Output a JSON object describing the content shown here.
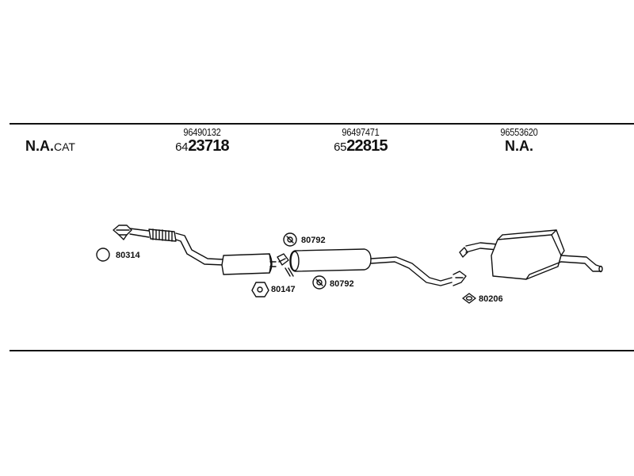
{
  "header": {
    "left": {
      "na": "N.A.",
      "cat": "CAT"
    },
    "parts": [
      {
        "oem": "96490132",
        "prefix": "64",
        "number": "23718"
      },
      {
        "oem": "96497471",
        "prefix": "65",
        "number": "22815"
      },
      {
        "oem": "96553620",
        "main": "N.A."
      }
    ]
  },
  "diagram": {
    "callouts": [
      {
        "code": "80314"
      },
      {
        "code": "80792"
      },
      {
        "code": "80147"
      },
      {
        "code": "80792"
      },
      {
        "code": "80206"
      }
    ]
  }
}
